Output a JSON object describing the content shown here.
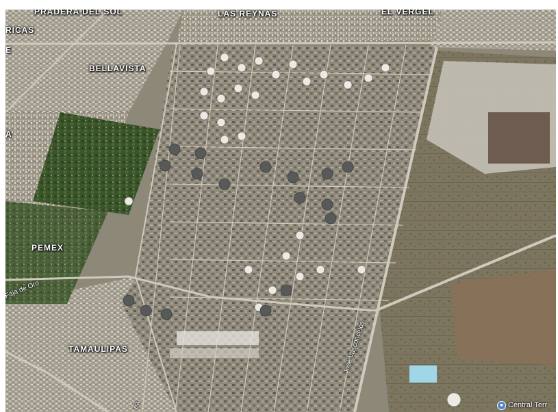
{
  "map": {
    "type": "satellite",
    "neighborhoods": {
      "pradera_del_sol": "PRADERA DEL SOL",
      "las_reynas": "LAS REYNAS",
      "el_vergel": "EL VERGEL",
      "ricas": "RICAS",
      "e_fragment": "E",
      "bellavista": "BELLAVISTA",
      "a_fragment": "A",
      "pemex": "PEMEX",
      "tamaulipas": "TAMAULIPAS"
    },
    "streets": {
      "faja_de_oro": "Faja de Oro",
      "jose_vasconcelos": "José Vasconcelos",
      "ea_fragment": "ea"
    },
    "poi": {
      "label": "Central Terr",
      "icon": "bus-station-icon"
    },
    "colors": {
      "terrain": "#8d8878",
      "urban": "#a9a398",
      "vegetation": "#3d5a2c",
      "tank": "#e8e8e2",
      "road": "#c9c4b6"
    }
  }
}
